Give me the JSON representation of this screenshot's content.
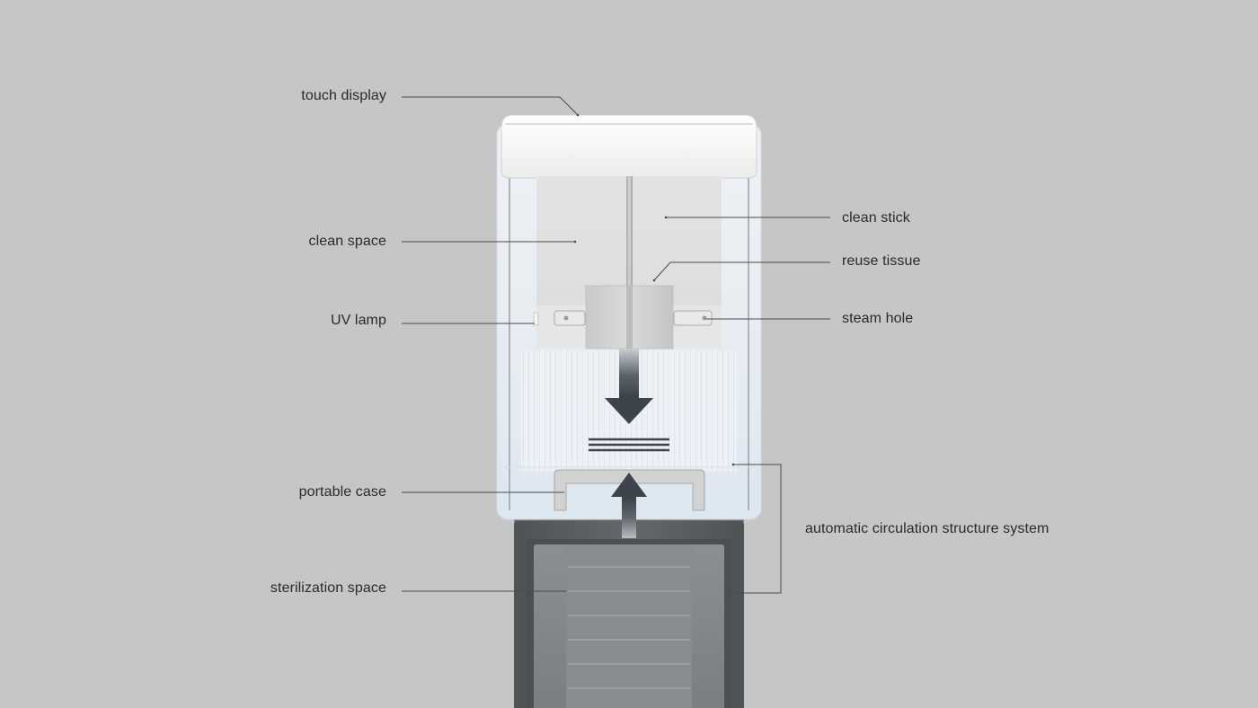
{
  "labels": {
    "touch_display": "touch display",
    "clean_space": "clean space",
    "uv_lamp": "UV lamp",
    "portable_case": "portable case",
    "sterilization_space": "sterilization space",
    "clean_stick": "clean stick",
    "reuse_tissue": "reuse tissue",
    "steam_hole": "steam hole",
    "automatic_circulation": "automatic circulation structure system"
  },
  "colors": {
    "background": "#c6c6c6",
    "text": "#2a2a2a",
    "leader_line": "#4a4a4a",
    "arrow_dark": "#3d444b",
    "base_body": "#5b5e60",
    "chamber_glass": "#e9eef3"
  },
  "icons": {
    "down_arrow": "arrow-down-icon",
    "up_arrow": "arrow-up-icon",
    "layers": "stacked-lines-icon"
  }
}
